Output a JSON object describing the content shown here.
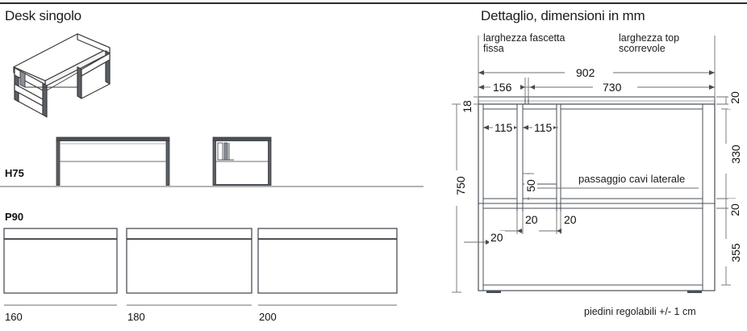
{
  "document": {
    "type": "technical-drawing",
    "units": "mm",
    "titles": {
      "left": "Desk singolo",
      "right": "Dettaglio, dimensioni in mm"
    }
  },
  "left_panel": {
    "isometric": {
      "name": "desk-isometric-view"
    },
    "elevation": {
      "height_label": "H75",
      "front_view_name": "front-elevation",
      "side_view_name": "side-elevation"
    },
    "plan": {
      "depth_label": "P90",
      "widths": [
        "160",
        "180",
        "200"
      ]
    }
  },
  "right_panel": {
    "callouts": {
      "fascetta": "larghezza fascetta\nfissa",
      "top_scorrevole": "larghezza top\nscorrevole",
      "passaggio": "passaggio cavi laterale"
    },
    "footnote": "piedini regolabili +/- 1 cm",
    "dimensions": {
      "overall_width": "902",
      "fascetta_width": "156",
      "top_width": "730",
      "thickness_top": "20",
      "fascetta_thickness": "18",
      "slot_a": "115",
      "slot_b": "115",
      "overall_height": "750",
      "cable_gap": "50",
      "upper_inner_height": "330",
      "mid_rail": "20",
      "lower_inner_height": "355",
      "leg_a": "20",
      "leg_b": "20",
      "side_offset": "20"
    }
  },
  "colors": {
    "line": "#3a3a3a",
    "thin": "#6e6e6e",
    "dark_fill": "#4a4f57",
    "text": "#1a1a1a"
  }
}
